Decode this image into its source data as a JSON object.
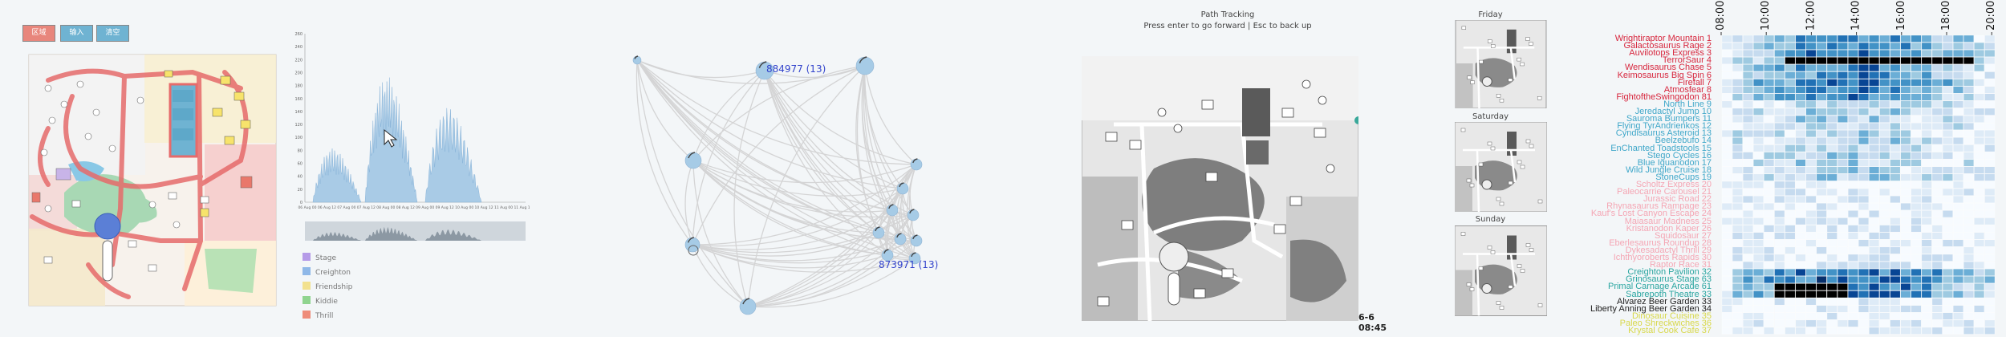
{
  "toolbar": {
    "buttons": [
      {
        "label": "区域",
        "color": "#e8867c"
      },
      {
        "label": "输入",
        "color": "#6fb3d2"
      },
      {
        "label": "清空",
        "color": "#6fb3d2"
      }
    ]
  },
  "histogram": {
    "xticks": [
      "06 Aug 00",
      "06 Aug 12",
      "07 Aug 00",
      "07 Aug 12",
      "08 Aug 00",
      "08 Aug 12",
      "09 Aug 00",
      "09 Aug 12",
      "10 Aug 00",
      "10 Aug 12",
      "11 Aug 00",
      "11 Aug 12"
    ],
    "yticks": [
      "0",
      "20",
      "40",
      "60",
      "80",
      "100",
      "120",
      "140",
      "160",
      "180",
      "200",
      "220",
      "240",
      "260"
    ],
    "legend": [
      {
        "label": "Stage",
        "color": "#b59be8"
      },
      {
        "label": "Creighton",
        "color": "#8fb8e8"
      },
      {
        "label": "Friendship",
        "color": "#f2e18e"
      },
      {
        "label": "Kiddie",
        "color": "#8fd48f"
      },
      {
        "label": "Thrill",
        "color": "#ee8c7a"
      }
    ]
  },
  "graph": {
    "label_a": "884977 (13)",
    "label_b": "873971 (13)"
  },
  "tracking": {
    "title": "Path Tracking",
    "hint": "Press enter to go forward | Esc to back up",
    "timestamp": "6-6 08:45"
  },
  "days": {
    "friday": "Friday",
    "saturday": "Saturday",
    "sunday": "Sunday"
  },
  "heatmap": {
    "time_labels": [
      "08:00",
      "10:00",
      "12:00",
      "14:00",
      "16:00",
      "18:00",
      "20:00"
    ],
    "attractions": [
      {
        "name": "Wrightiraptor Mountain 1",
        "color": "#d7263d"
      },
      {
        "name": "Galactosaurus Rage 2",
        "color": "#d7263d"
      },
      {
        "name": "Auvilotops Express 3",
        "color": "#d7263d"
      },
      {
        "name": "TerrorSaur 4",
        "color": "#d7263d"
      },
      {
        "name": "Wendisaurus Chase 5",
        "color": "#d7263d"
      },
      {
        "name": "Keimosaurus Big Spin 6",
        "color": "#d7263d"
      },
      {
        "name": "Firefall 7",
        "color": "#d7263d"
      },
      {
        "name": "Atmosfear 8",
        "color": "#d7263d"
      },
      {
        "name": "FightoftheSwingodon 81",
        "color": "#d7263d"
      },
      {
        "name": "North Line 9",
        "color": "#3fa7c9"
      },
      {
        "name": "Jeredactyl Jump 10",
        "color": "#3fa7c9"
      },
      {
        "name": "Sauroma Bumpers 11",
        "color": "#3fa7c9"
      },
      {
        "name": "Flying TyrAndrienkos 12",
        "color": "#3fa7c9"
      },
      {
        "name": "Cyndisaurus Asteroid 13",
        "color": "#3fa7c9"
      },
      {
        "name": "Beelzebufo 14",
        "color": "#3fa7c9"
      },
      {
        "name": "EnChanted Toadstools 15",
        "color": "#3fa7c9"
      },
      {
        "name": "Stego Cycles 16",
        "color": "#3fa7c9"
      },
      {
        "name": "Blue Iguanodon 17",
        "color": "#3fa7c9"
      },
      {
        "name": "Wild Jungle Cruise 18",
        "color": "#3fa7c9"
      },
      {
        "name": "StoneCups 19",
        "color": "#3fa7c9"
      },
      {
        "name": "Scholtz Express 20",
        "color": "#f4a6b4"
      },
      {
        "name": "Paleocarrie Carousel 21",
        "color": "#f4a6b4"
      },
      {
        "name": "Jurassic Road 22",
        "color": "#f4a6b4"
      },
      {
        "name": "Rhynasaurus Rampage 23",
        "color": "#f4a6b4"
      },
      {
        "name": "Kauf's Lost Canyon Escape 24",
        "color": "#f4a6b4"
      },
      {
        "name": "Maiasaur Madness 25",
        "color": "#f4a6b4"
      },
      {
        "name": "Kristanodon Kaper 26",
        "color": "#f4a6b4"
      },
      {
        "name": "Squidosaur 27",
        "color": "#f4a6b4"
      },
      {
        "name": "Eberlesaurus Roundup 28",
        "color": "#f4a6b4"
      },
      {
        "name": "Dykesadactyl Thrill 29",
        "color": "#f4a6b4"
      },
      {
        "name": "Ichthyoroberts Rapids 30",
        "color": "#f4a6b4"
      },
      {
        "name": "Raptor Race 31",
        "color": "#f4a6b4"
      },
      {
        "name": "Creighton Pavilion 32",
        "color": "#2aa5a0"
      },
      {
        "name": "Grinosaurus Stage 63",
        "color": "#2aa5a0"
      },
      {
        "name": "Primal Carnage Arcade 61",
        "color": "#2aa5a0"
      },
      {
        "name": "Sabrepoth Theatre 33",
        "color": "#2aa5a0"
      },
      {
        "name": "Alvarez Beer Garden 33",
        "color": "#222222"
      },
      {
        "name": "Liberty Anning Beer Garden 34",
        "color": "#222222"
      },
      {
        "name": "Dinosaur Cuisine 35",
        "color": "#d8d84a"
      },
      {
        "name": "Paleo Shreckwiches 36",
        "color": "#d8d84a"
      },
      {
        "name": "Krystal Cook Cafe 37",
        "color": "#d8d84a"
      }
    ]
  }
}
